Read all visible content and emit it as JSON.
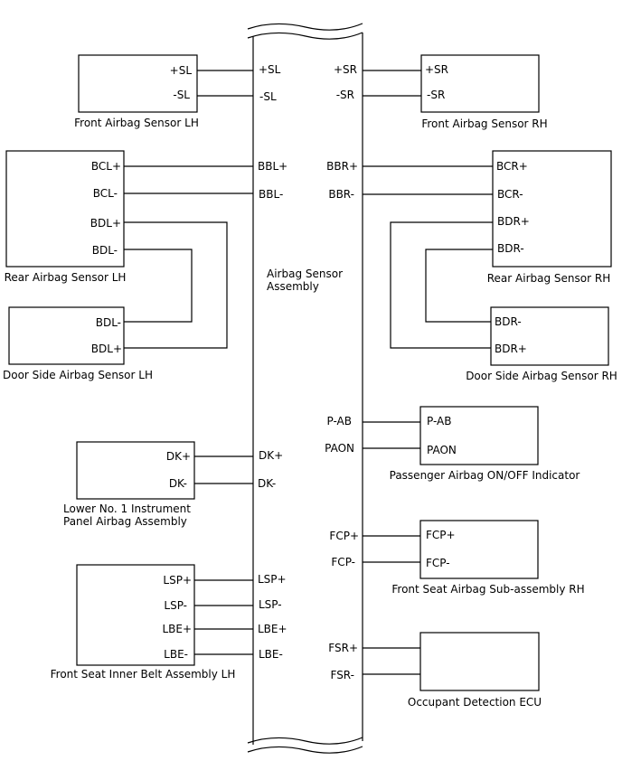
{
  "assembly": {
    "line1": "Airbag Sensor",
    "line2": "Assembly"
  },
  "front_lh": {
    "caption": "Front Airbag Sensor LH",
    "pins": [
      "+SL",
      "-SL"
    ]
  },
  "front_rh": {
    "caption": "Front Airbag Sensor RH",
    "pins": [
      "+SR",
      "-SR"
    ]
  },
  "rear_lh": {
    "caption": "Rear Airbag Sensor LH",
    "pins": [
      "BCL+",
      "BCL-",
      "BDL+",
      "BDL-"
    ]
  },
  "rear_rh": {
    "caption": "Rear Airbag Sensor RH",
    "pins": [
      "BCR+",
      "BCR-",
      "BDR+",
      "BDR-"
    ]
  },
  "door_lh": {
    "caption": "Door Side Airbag Sensor LH",
    "pins": [
      "BDL-",
      "BDL+"
    ]
  },
  "door_rh": {
    "caption": "Door Side Airbag Sensor RH",
    "pins": [
      "BDR-",
      "BDR+"
    ]
  },
  "passenger_ind": {
    "caption": "Passenger Airbag ON/OFF Indicator",
    "pins": [
      "P-AB",
      "PAON"
    ]
  },
  "lower_no1": {
    "caption_line1": "Lower No. 1 Instrument",
    "caption_line2": "Panel Airbag Assembly",
    "pins": [
      "DK+",
      "DK-"
    ]
  },
  "fcp_rh": {
    "caption": "Front Seat Airbag Sub-assembly RH",
    "pins": [
      "FCP+",
      "FCP-"
    ]
  },
  "belt_lh": {
    "caption": "Front Seat Inner Belt Assembly LH",
    "pins": [
      "LSP+",
      "LSP-",
      "LBE+",
      "LBE-"
    ]
  },
  "ode": {
    "caption": "Occupant Detection ECU"
  },
  "assembly_pins_left": [
    "+SL",
    "-SL",
    "BBL+",
    "BBL-",
    "DK+",
    "DK-",
    "LSP+",
    "LSP-",
    "LBE+",
    "LBE-"
  ],
  "assembly_pins_right": [
    "+SR",
    "-SR",
    "BBR+",
    "BBR-",
    "P-AB",
    "PAON",
    "FCP+",
    "FCP-",
    "FSR+",
    "FSR-"
  ]
}
